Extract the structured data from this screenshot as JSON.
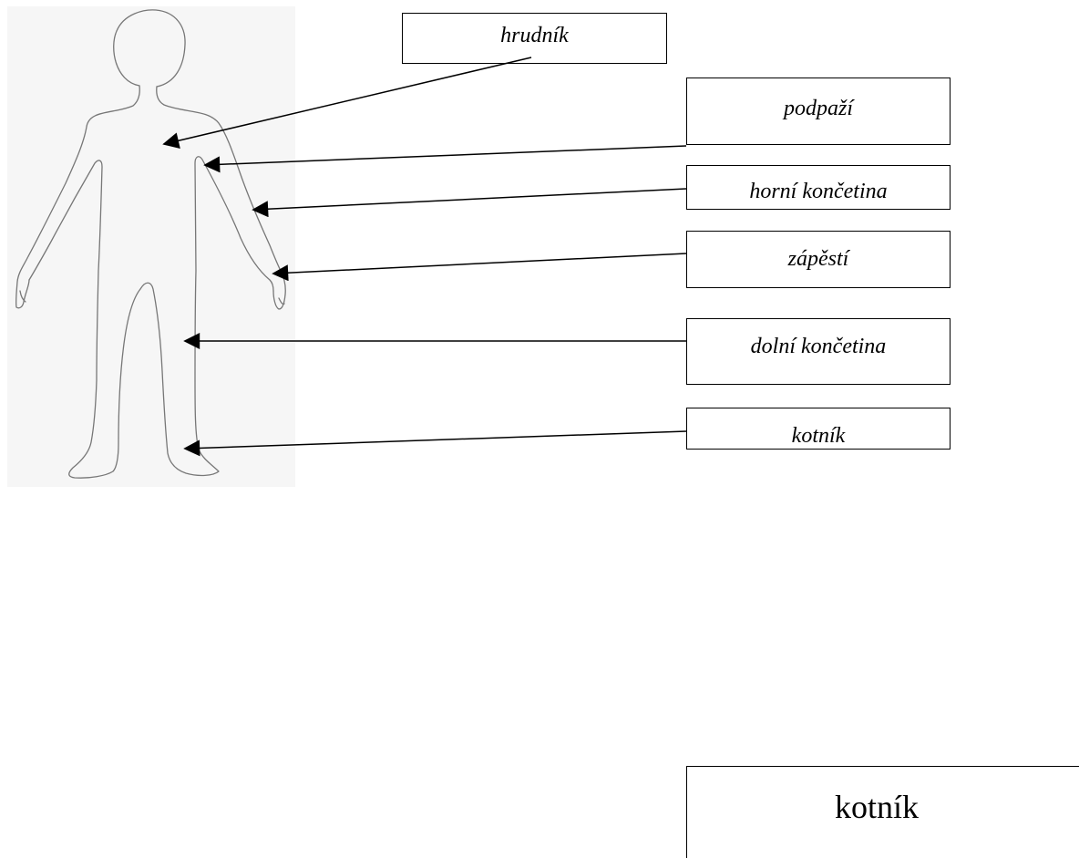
{
  "labels": {
    "chest": "hrudník",
    "armpit": "podpaží",
    "upper_limb": "horní končetina",
    "wrist": "zápěstí",
    "lower_limb": "dolní končetina",
    "ankle": "kotník"
  },
  "answer_box": {
    "text": "kotník"
  }
}
